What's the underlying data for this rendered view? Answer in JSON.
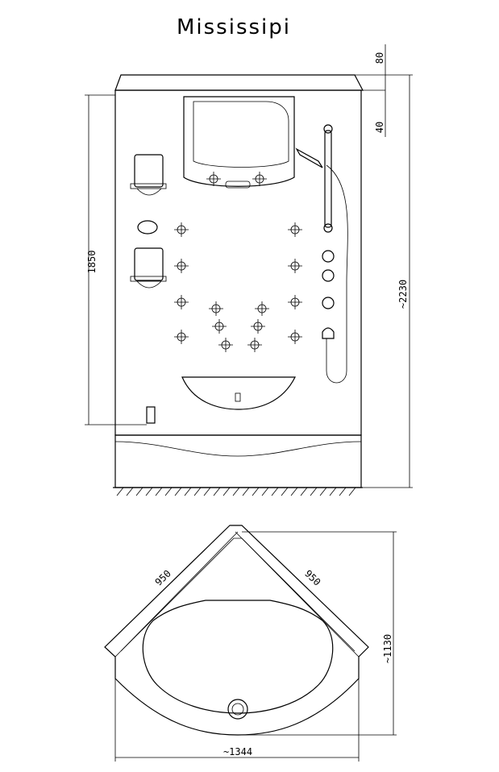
{
  "title": "Mississipi",
  "front_view": {
    "dim_top_cap": "80",
    "dim_top_gap": "40",
    "dim_height_inner": "1850",
    "dim_total_height": "~2230"
  },
  "plan_view": {
    "dim_side_left": "950",
    "dim_side_right": "950",
    "dim_depth": "~1130",
    "dim_width": "~1344"
  }
}
